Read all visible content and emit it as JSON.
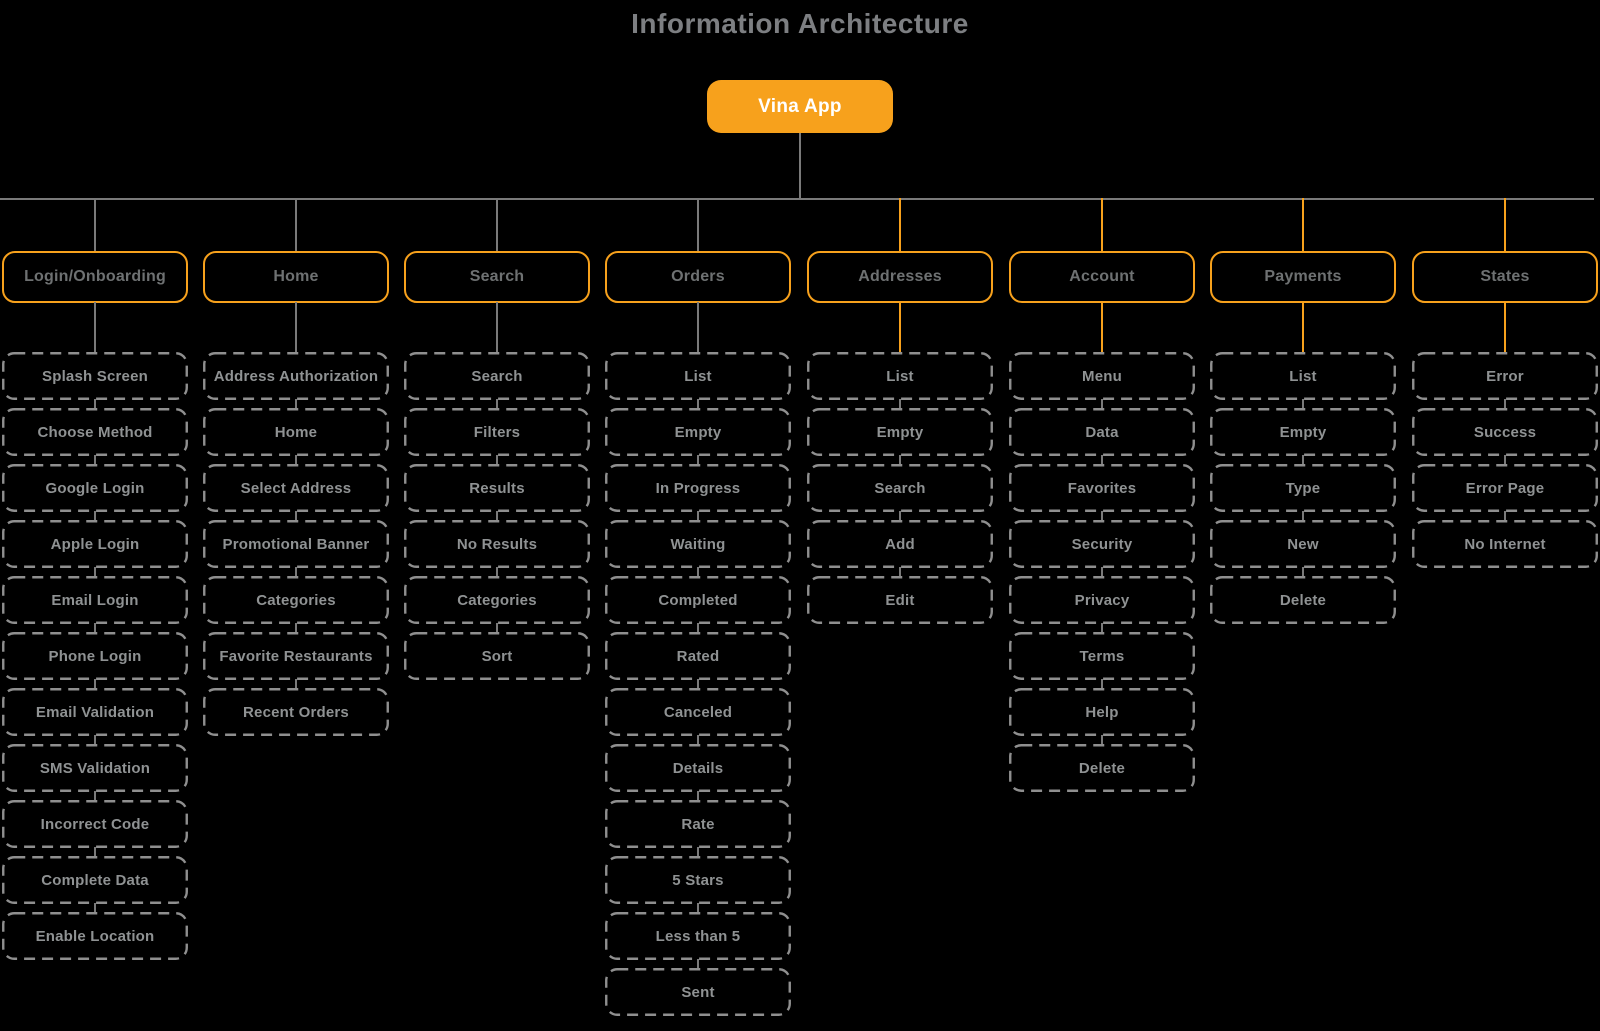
{
  "title": "Information Architecture",
  "root": {
    "label": "Vina App"
  },
  "colors": {
    "background": "#000000",
    "accent_orange": "#F7A11C",
    "connector_gray": "#7A7A7A",
    "dashed_border_gray": "#8F8F8F",
    "category_text": "#6E7172",
    "child_text": "#8F9293",
    "title_text": "#7D7F82",
    "root_text": "#FFFFFF"
  },
  "columns": [
    {
      "label": "Login/Onboarding",
      "connector": "gray",
      "children": [
        "Splash Screen",
        "Choose Method",
        "Google Login",
        "Apple Login",
        "Email Login",
        "Phone Login",
        "Email Validation",
        "SMS Validation",
        "Incorrect Code",
        "Complete Data",
        "Enable Location"
      ]
    },
    {
      "label": "Home",
      "connector": "gray",
      "children": [
        "Address Authorization",
        "Home",
        "Select Address",
        "Promotional Banner",
        "Categories",
        "Favorite Restaurants",
        "Recent Orders"
      ]
    },
    {
      "label": "Search",
      "connector": "gray",
      "children": [
        "Search",
        "Filters",
        "Results",
        "No Results",
        "Categories",
        "Sort"
      ]
    },
    {
      "label": "Orders",
      "connector": "gray",
      "children": [
        "List",
        "Empty",
        "In Progress",
        "Waiting",
        "Completed",
        "Rated",
        "Canceled",
        "Details",
        "Rate",
        "5 Stars",
        "Less than 5",
        "Sent"
      ]
    },
    {
      "label": "Addresses",
      "connector": "orange",
      "children": [
        "List",
        "Empty",
        "Search",
        "Add",
        "Edit"
      ]
    },
    {
      "label": "Account",
      "connector": "orange",
      "children": [
        "Menu",
        "Data",
        "Favorites",
        "Security",
        "Privacy",
        "Terms",
        "Help",
        "Delete"
      ]
    },
    {
      "label": "Payments",
      "connector": "orange",
      "children": [
        "List",
        "Empty",
        "Type",
        "New",
        "Delete"
      ]
    },
    {
      "label": "States",
      "connector": "orange",
      "children": [
        "Error",
        "Success",
        "Error Page",
        "No Internet"
      ]
    }
  ]
}
